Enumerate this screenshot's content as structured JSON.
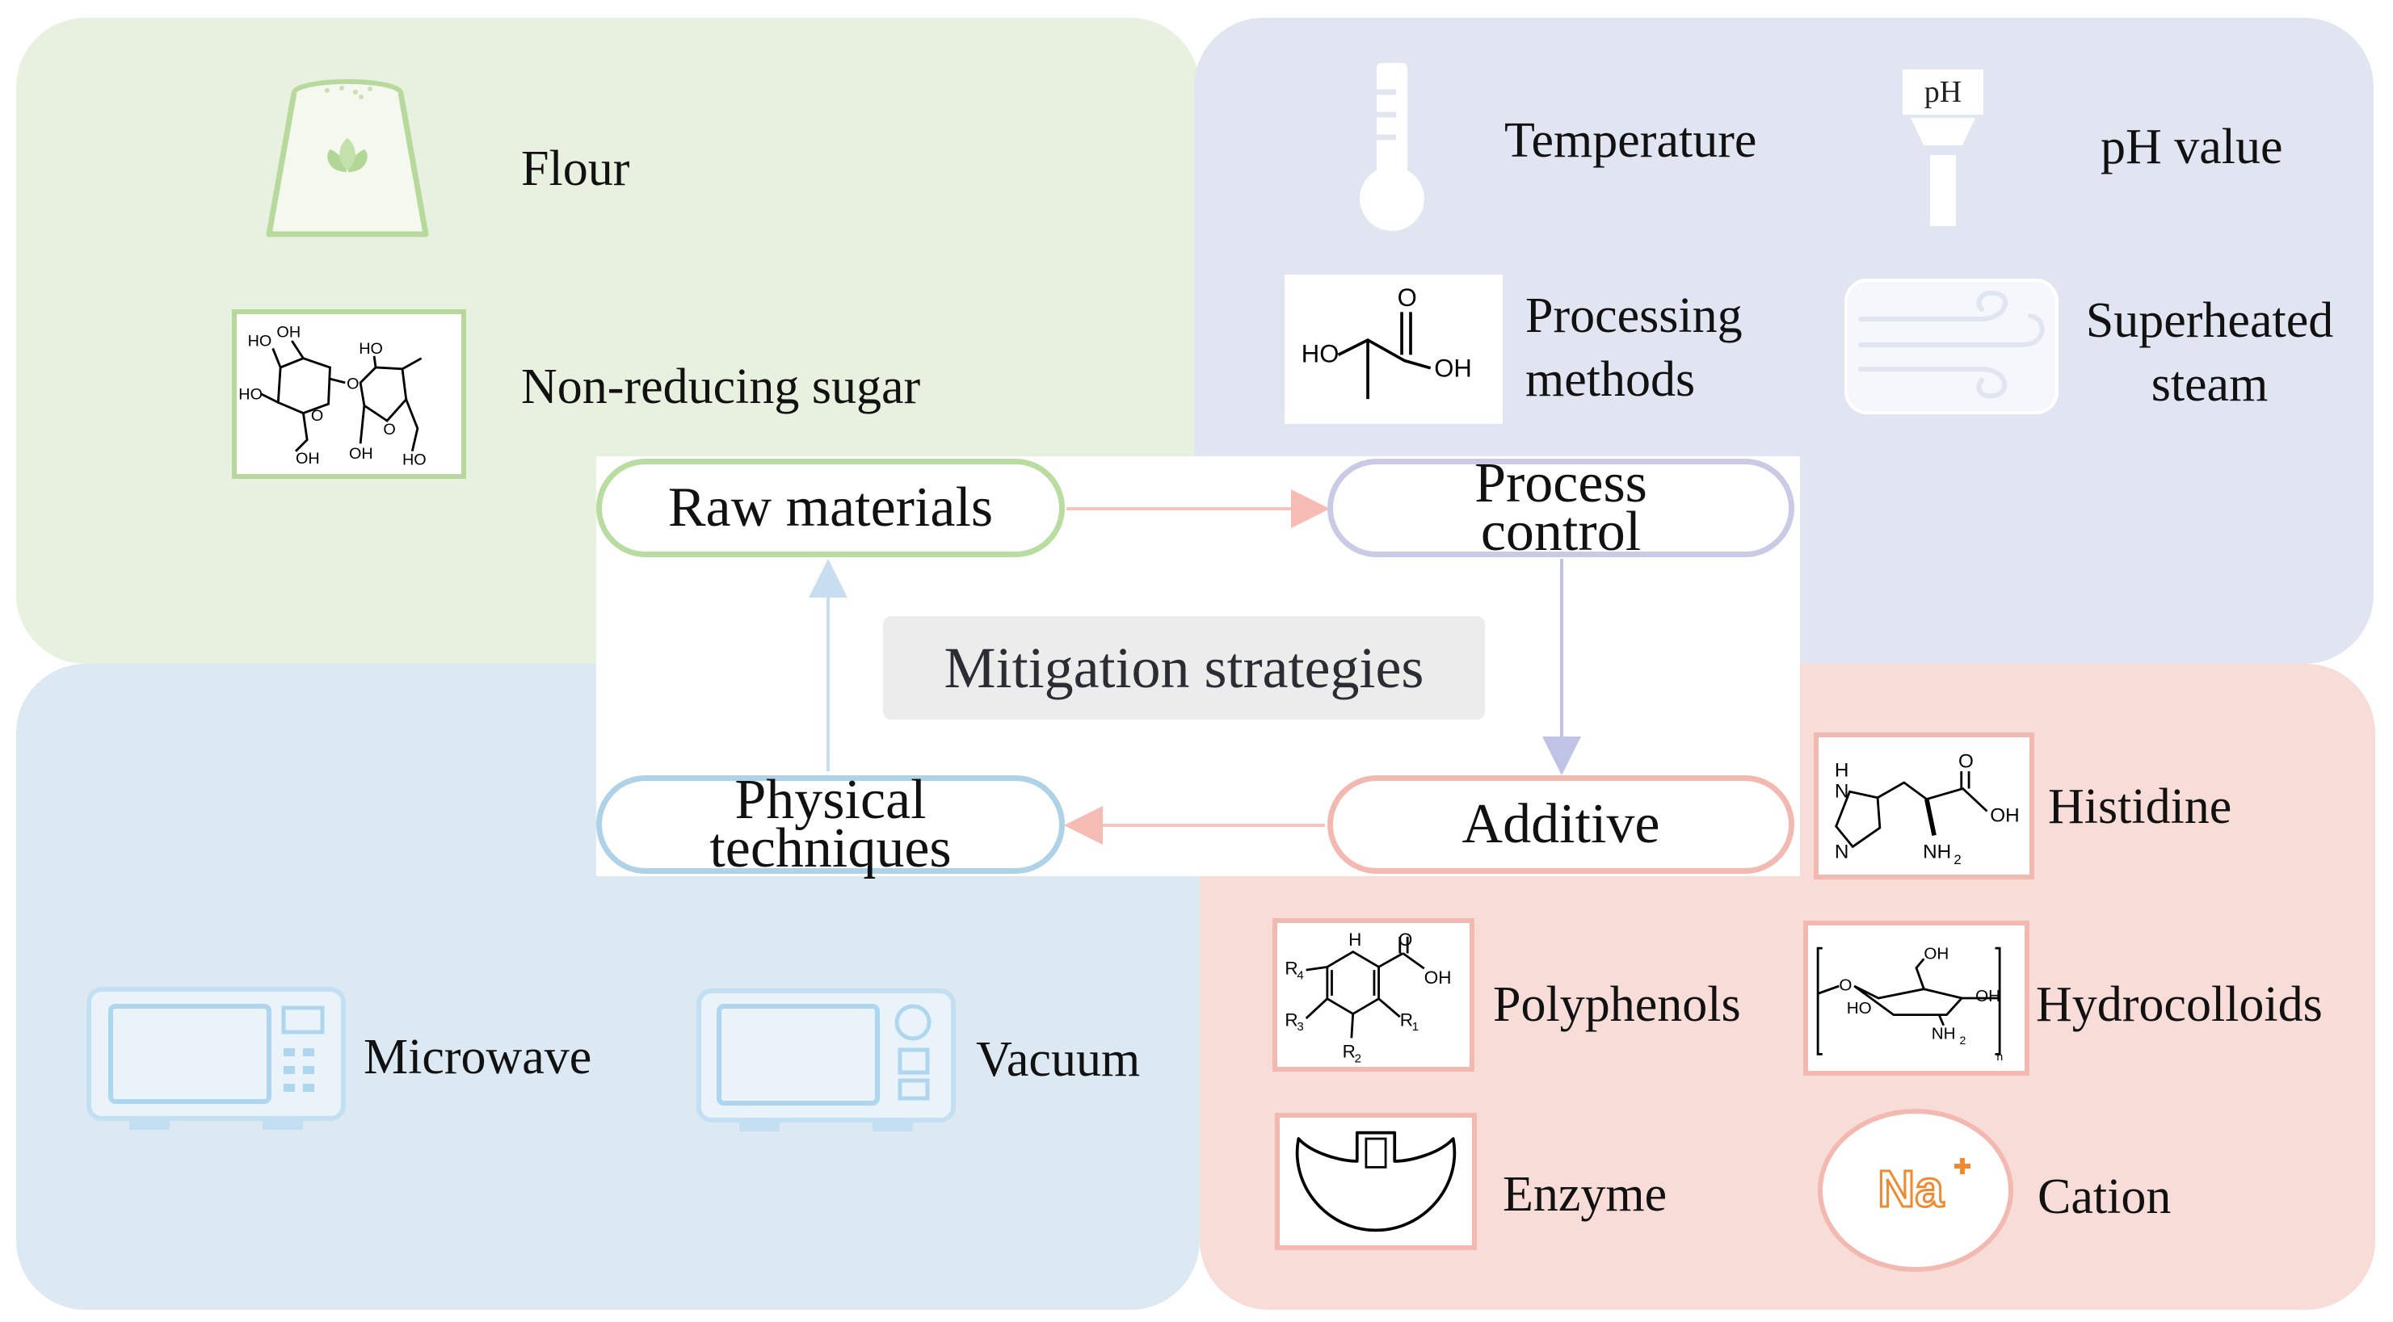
{
  "center": {
    "title": "Mitigation strategies"
  },
  "nodes": {
    "raw_materials": "Raw materials",
    "process_control": [
      "Process",
      "control"
    ],
    "physical_techniques": [
      "Physical",
      "techniques"
    ],
    "additive": "Additive"
  },
  "raw_materials": {
    "flour": "Flour",
    "non_reducing_sugar": "Non-reducing sugar"
  },
  "process_control": {
    "temperature": "Temperature",
    "ph_value": "pH value",
    "ph_icon_text": "pH",
    "processing_methods": [
      "Processing",
      "methods"
    ],
    "superheated_steam": [
      "Superheated",
      "steam"
    ]
  },
  "physical_techniques": {
    "microwave": "Microwave",
    "vacuum": "Vacuum"
  },
  "additive": {
    "histidine": "Histidine",
    "polyphenols": "Polyphenols",
    "hydrocolloids": "Hydrocolloids",
    "enzyme": "Enzyme",
    "cation": "Cation",
    "cation_symbol": "Na"
  },
  "structures": {
    "sucrose": {
      "ho1": "HO",
      "oh1": "OH",
      "ho2": "HO",
      "ho3": "HO",
      "o1": "O",
      "o2": "O",
      "o3": "O",
      "oh2": "OH",
      "oh3": "OH",
      "ho4": "HO"
    },
    "lactic": {
      "o": "O",
      "ho": "HO",
      "oh": "OH"
    },
    "histidine": {
      "h": "H",
      "n1": "N",
      "n2": "N",
      "o": "O",
      "oh": "OH",
      "nh2": "NH",
      "sub2": "2"
    },
    "polyphenol": {
      "h": "H",
      "o": "O",
      "oh": "OH",
      "r4": "R",
      "s4": "4",
      "r3": "R",
      "s3": "3",
      "r1": "R",
      "s1": "1",
      "r2": "R",
      "s2": "2"
    },
    "hydrocolloid": {
      "o1": "O",
      "oh1": "OH",
      "ho": "HO",
      "oh2": "OH",
      "nh2": "NH",
      "sub2": "2",
      "n": "n"
    }
  },
  "colors": {
    "raw_materials_bg": "#e8f1df",
    "process_control_bg": "#e1e4f1",
    "physical_bg": "#dce9f2",
    "additive_bg": "#f8dcd8",
    "raw_border": "#b9dca1",
    "process_border": "#c9cbe6",
    "physical_border": "#aed2e8",
    "additive_border": "#f3b9b1",
    "cation_orange": "#f08a30"
  },
  "icons": [
    "flour-bag-icon",
    "thermometer-icon",
    "ph-meter-icon",
    "steam-wind-icon",
    "microwave-icon",
    "vacuum-oven-icon",
    "enzyme-icon",
    "sodium-cation-icon"
  ]
}
